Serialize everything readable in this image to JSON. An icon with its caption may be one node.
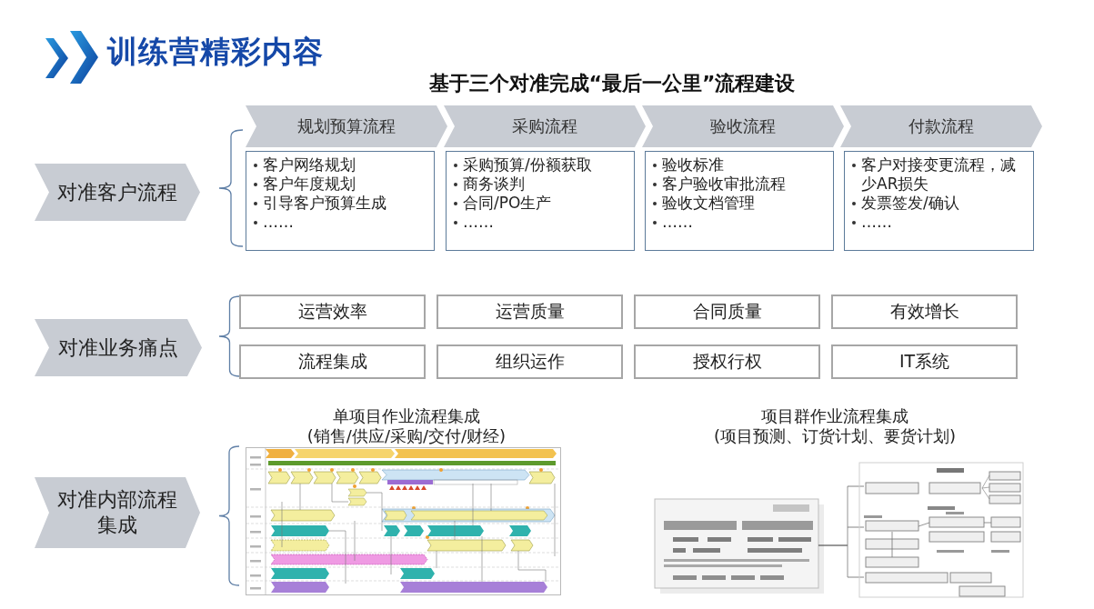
{
  "diagram": {
    "title": "训练营精彩内容",
    "nodes": [
      {
        "text": [
          "对准客户流程"
        ]
      },
      {
        "text": [
          "规划预算流程"
        ]
      },
      {
        "text": [
          "客户网络规划",
          "客户年度规划",
          "引导客户预算生成",
          "……"
        ]
      },
      {
        "text": [
          "采购流程"
        ]
      },
      {
        "text": [
          "采购预算/份额获取",
          "商务谈判",
          "合同/PO生产",
          "……"
        ]
      },
      {
        "text": [
          "验收流程"
        ]
      },
      {
        "text": [
          "验收标准",
          "客户验收审批流程",
          "验收文档管理",
          "……"
        ]
      },
      {
        "text": [
          "付款流程"
        ]
      },
      {
        "text": [
          "客户对接变更流程，减少AR损失",
          "发票签发/确认",
          "……"
        ]
      },
      {
        "text": [
          "对准业务痛点"
        ]
      },
      {
        "text": [
          "运营效率"
        ]
      },
      {
        "text": [
          "运营质量"
        ]
      },
      {
        "text": [
          "合同质量"
        ]
      },
      {
        "text": [
          "有效增长"
        ]
      },
      {
        "text": [
          "流程集成"
        ]
      },
      {
        "text": [
          "组织运作"
        ]
      },
      {
        "text": [
          "授权行权"
        ]
      },
      {
        "text": [
          "IT系统"
        ]
      },
      {
        "text": [
          "对准内部流程集成"
        ]
      },
      {
        "text": [],
        "shape": "picture",
        "beside": [
          "单项目作业流程集成",
          "(销售/供应/采购/交付/财经)"
        ]
      },
      {
        "text": [],
        "shape": "picture",
        "beside": [
          "项目群作业流程集成",
          "(项目预测、订货计划、要货计划)"
        ]
      }
    ],
    "labels": [
      "基于三个对准完成“最后一公里”流程建设"
    ]
  }
}
